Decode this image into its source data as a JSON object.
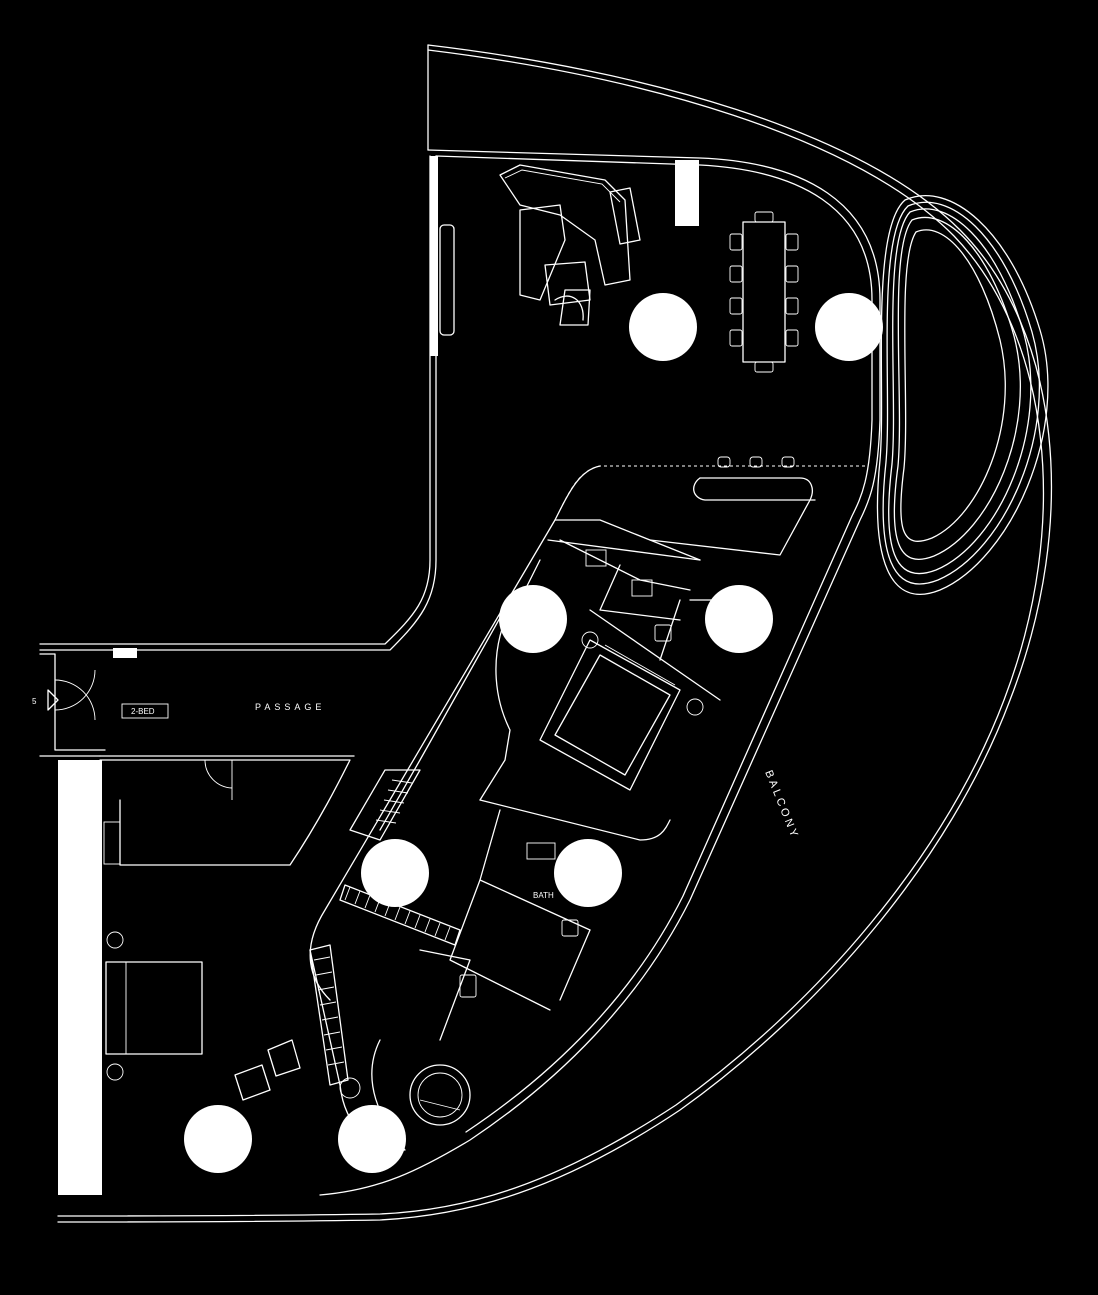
{
  "labels": {
    "passage": "PASSAGE",
    "unit_tag": "2-BED",
    "balcony": "BALCONY",
    "bath": "BATH",
    "stair_number": "5"
  },
  "markers": {
    "count": 8,
    "color": "#ffffff"
  },
  "colors": {
    "background": "#000000",
    "linework": "#ffffff"
  }
}
